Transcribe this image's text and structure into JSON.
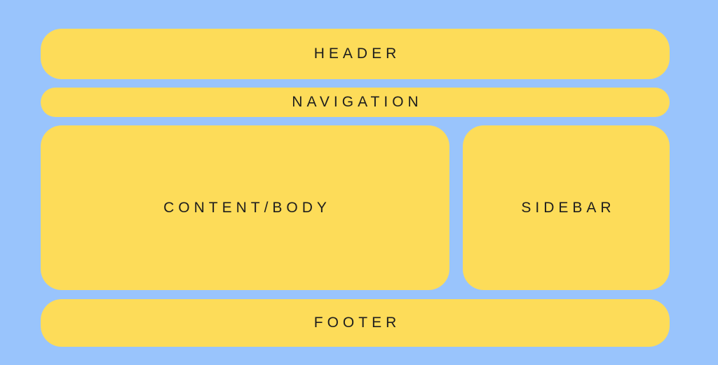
{
  "colors": {
    "background": "#99c4fc",
    "block": "#fddc59",
    "text": "#1e1e1e"
  },
  "blocks": {
    "header": "HEADER",
    "navigation": "NAVIGATION",
    "content": "CONTENT/BODY",
    "sidebar": "SIDEBAR",
    "footer": "FOOTER"
  }
}
